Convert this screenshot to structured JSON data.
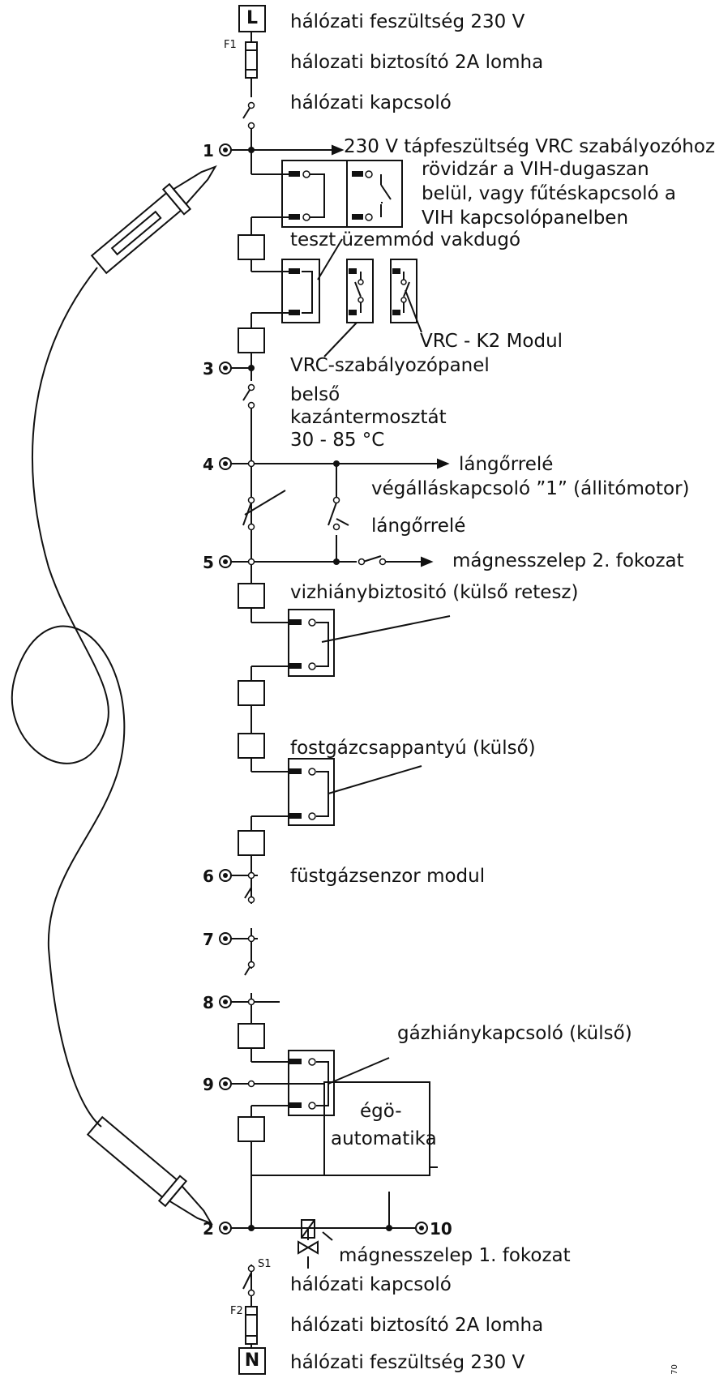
{
  "terminals": {
    "top_letter": "L",
    "bottom_letter": "N",
    "t1": "1",
    "t3": "3",
    "t4": "4",
    "t5": "5",
    "t6": "6",
    "t7": "7",
    "t8": "8",
    "t9": "9",
    "t2": "2",
    "t10": "10"
  },
  "component_tags": {
    "fuse_top": "F1",
    "fuse_bottom": "F2",
    "switch_bottom": "S1"
  },
  "labels": {
    "supply_top": "hálózati feszültség 230 V",
    "fuse_top": "hálozati biztosító 2A lomha",
    "switch_top": "hálózati kapcsoló",
    "vrc_supply": "230 V tápfeszültség VRC szabályozóhoz",
    "shortcut_1": "rövidzár a VIH-dugaszan",
    "shortcut_2": "belül, vagy fűtéskapcsoló a",
    "shortcut_3": "VIH kapcsolópanelben",
    "test_plug": "teszt üzemmód vakdugó",
    "k2_module": "VRC - K2 Modul",
    "vrc_panel": "VRC-szabályozópanel",
    "thermostat_1": "belső",
    "thermostat_2": "kazántermosztát",
    "thermostat_3": "30 - 85 °C",
    "flame_relay_out": "lángőrrelé",
    "limit_switch": "végálláskapcsoló ”1” (állitómotor)",
    "flame_relay": "lángőrrelé",
    "valve_stage2": "mágnesszelep 2. fokozat",
    "water_shortage": "vizhiánybiztositó (külső retesz)",
    "flue_damper": "fostgázcsappantyú (külső)",
    "flue_sensor": "füstgázsenzor modul",
    "gas_shortage": "gázhiánykapcsoló (külső)",
    "burner_1": "égö-",
    "burner_2": "automatika",
    "valve_stage1": "mágnesszelep 1. fokozat",
    "switch_bottom": "hálózati kapcsoló",
    "fuse_bottom": "hálózati biztosító 2A lomha",
    "supply_bottom": "hálózati feszültség 230 V"
  },
  "corner_code": "70"
}
